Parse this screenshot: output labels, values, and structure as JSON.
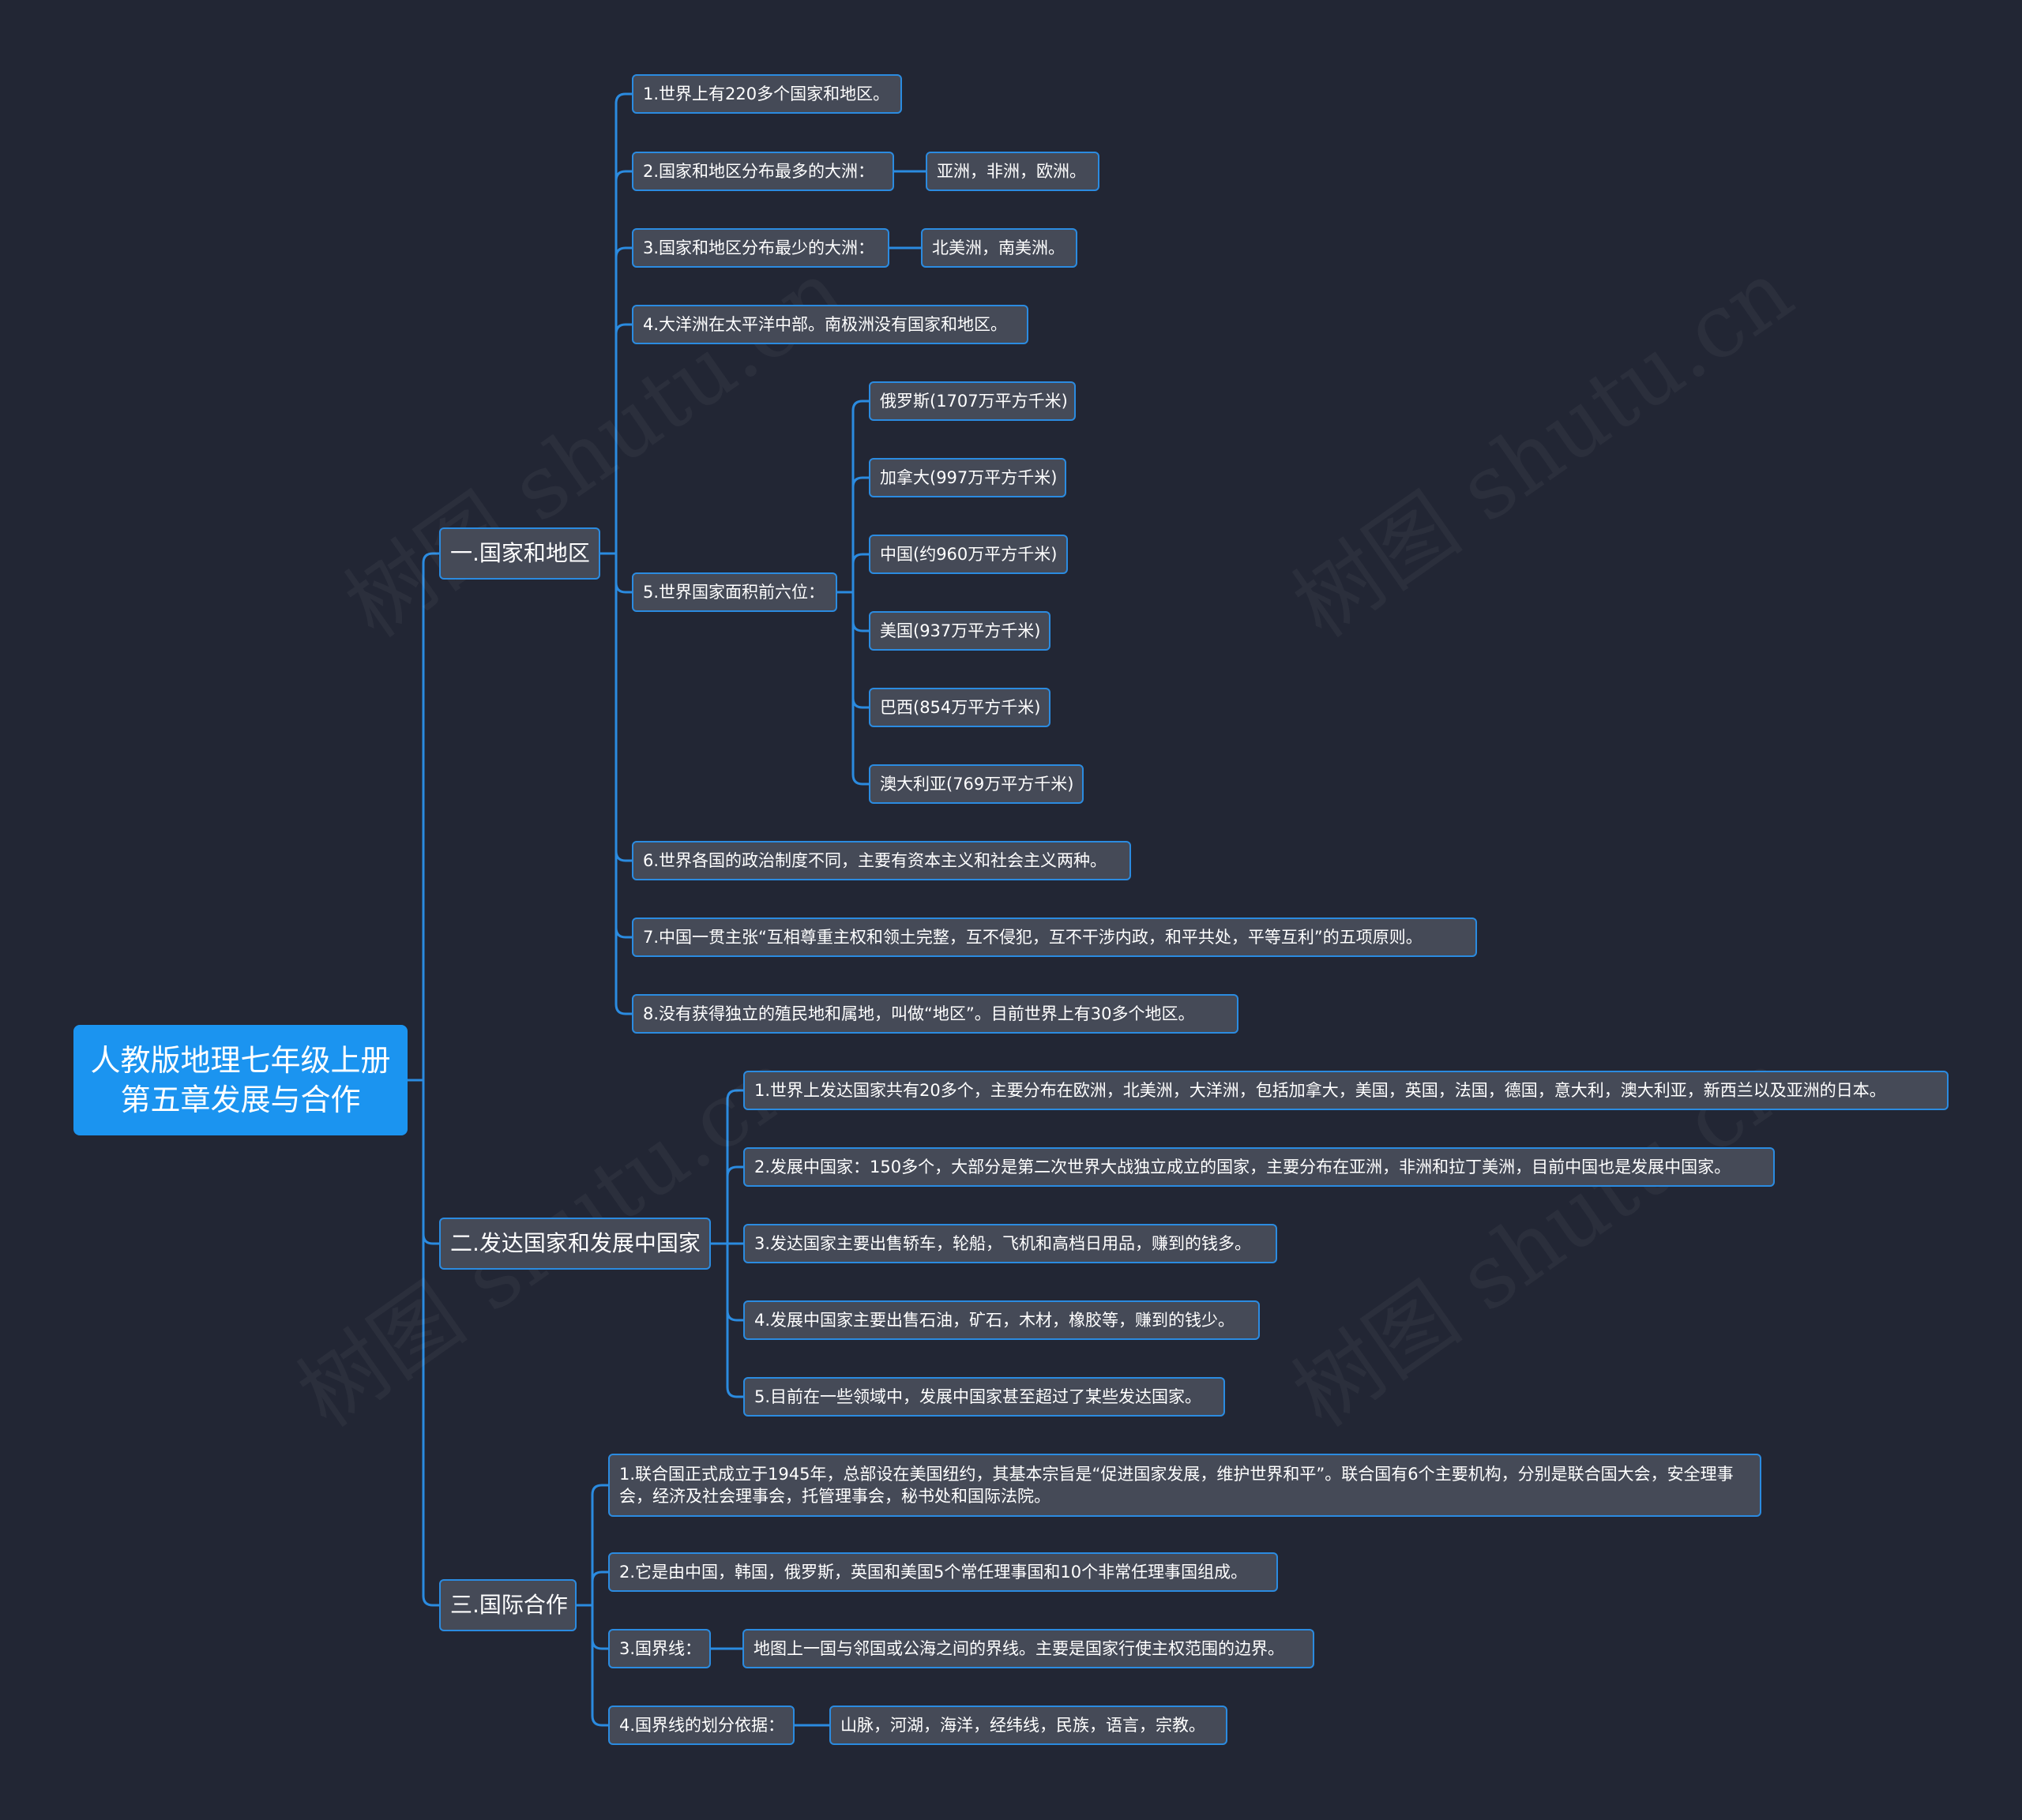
{
  "root": {
    "title": "人教版地理七年级上册第五章发展与合作"
  },
  "branches": [
    {
      "label": "一.国家和地区",
      "children": [
        {
          "label": "1.世界上有220多个国家和地区。"
        },
        {
          "label": "2.国家和地区分布最多的大洲：",
          "children": [
            {
              "label": "亚洲，非洲，欧洲。"
            }
          ]
        },
        {
          "label": "3.国家和地区分布最少的大洲：",
          "children": [
            {
              "label": "北美洲，南美洲。"
            }
          ]
        },
        {
          "label": "4.大洋洲在太平洋中部。南极洲没有国家和地区。"
        },
        {
          "label": "5.世界国家面积前六位：",
          "children": [
            {
              "label": "俄罗斯(1707万平方千米)"
            },
            {
              "label": "加拿大(997万平方千米)"
            },
            {
              "label": "中国(约960万平方千米)"
            },
            {
              "label": "美国(937万平方千米)"
            },
            {
              "label": "巴西(854万平方千米)"
            },
            {
              "label": "澳大利亚(769万平方千米)"
            }
          ]
        },
        {
          "label": "6.世界各国的政治制度不同，主要有资本主义和社会主义两种。"
        },
        {
          "label": "7.中国一贯主张“互相尊重主权和领土完整，互不侵犯，互不干涉内政，和平共处，平等互利”的五项原则。"
        },
        {
          "label": "8.没有获得独立的殖民地和属地，叫做“地区”。目前世界上有30多个地区。"
        }
      ]
    },
    {
      "label": "二.发达国家和发展中国家",
      "children": [
        {
          "label": "1.世界上发达国家共有20多个，主要分布在欧洲，北美洲，大洋洲，包括加拿大，美国，英国，法国，德国，意大利，澳大利亚，新西兰以及亚洲的日本。"
        },
        {
          "label": "2.发展中国家：150多个，大部分是第二次世界大战独立成立的国家，主要分布在亚洲，非洲和拉丁美洲，目前中国也是发展中国家。"
        },
        {
          "label": "3.发达国家主要出售轿车，轮船，飞机和高档日用品，赚到的钱多。"
        },
        {
          "label": "4.发展中国家主要出售石油，矿石，木材，橡胶等，赚到的钱少。"
        },
        {
          "label": "5.目前在一些领域中，发展中国家甚至超过了某些发达国家。"
        }
      ]
    },
    {
      "label": "三.国际合作",
      "children": [
        {
          "label": "1.联合国正式成立于1945年，总部设在美国纽约，其基本宗旨是“促进国家发展，维护世界和平”。联合国有6个主要机构，分别是联合国大会，安全理事会，经济及社会理事会，托管理事会，秘书处和国际法院。"
        },
        {
          "label": "2.它是由中国，韩国，俄罗斯，英国和美国5个常任理事国和10个非常任理事国组成。"
        },
        {
          "label": "3.国界线：",
          "children": [
            {
              "label": "地图上一国与邻国或公海之间的界线。主要是国家行使主权范围的边界。"
            }
          ]
        },
        {
          "label": "4.国界线的划分依据：",
          "children": [
            {
              "label": "山脉，河湖，海洋，经纬线，民族，语言，宗教。"
            }
          ]
        }
      ]
    }
  ],
  "watermark": "树图 shutu.cn",
  "colors": {
    "background": "#222634",
    "line": "#2b8be0",
    "node": "#454a57",
    "root": "#1b94f0",
    "text": "#ffffff"
  }
}
